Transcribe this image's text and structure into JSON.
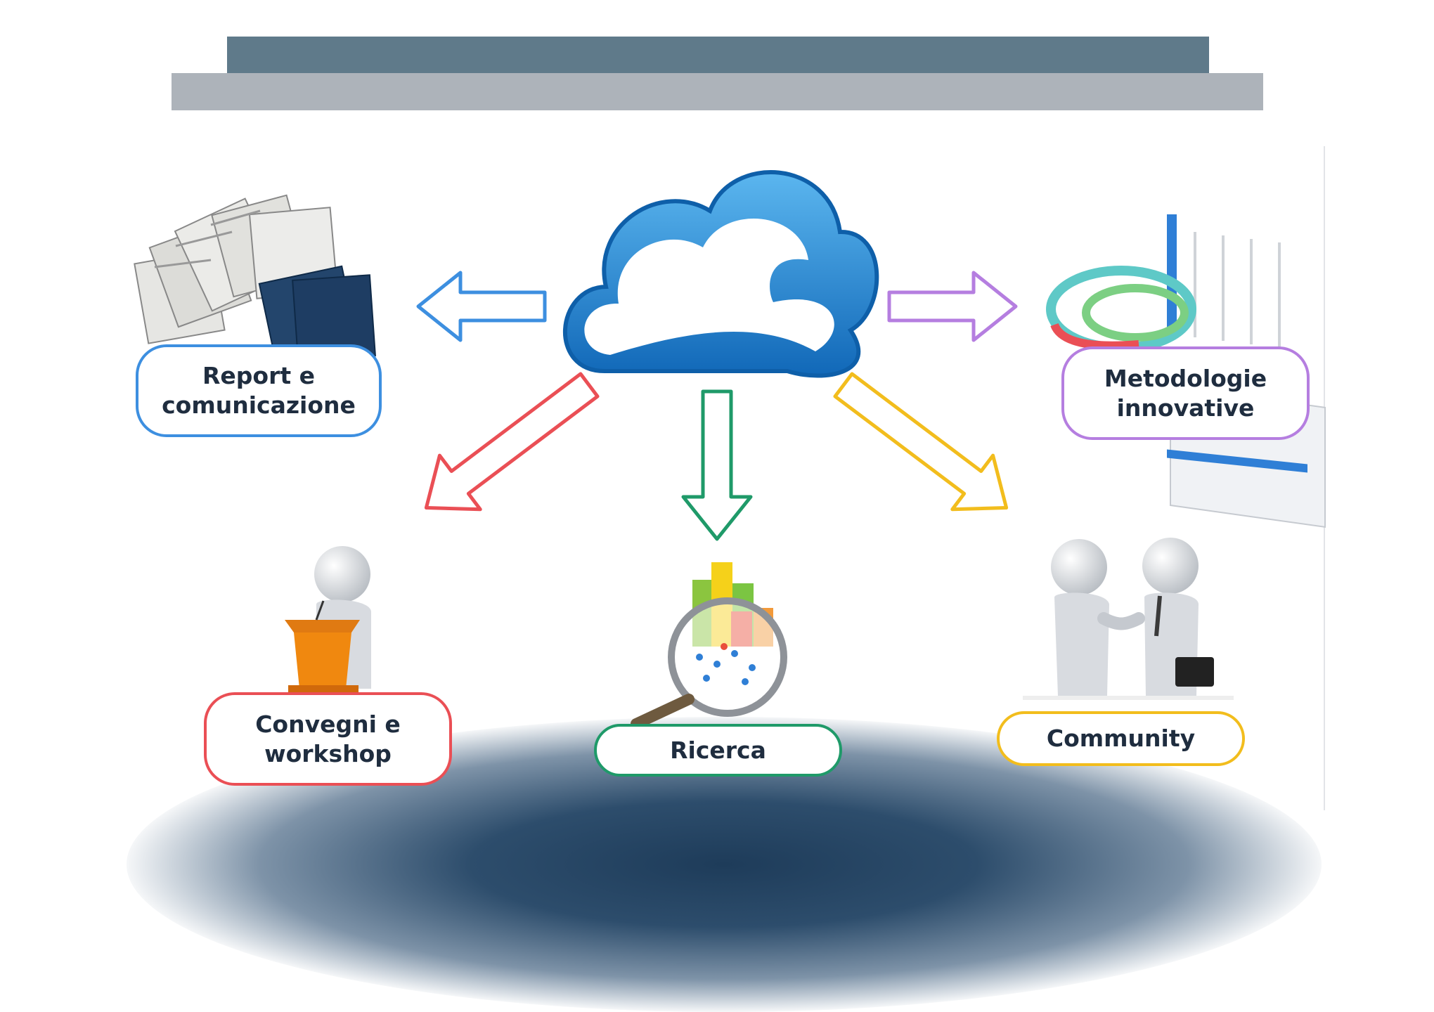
{
  "diagram": {
    "nodes": [
      {
        "id": "report",
        "label": "Report e\ncomunicazione",
        "color": "#3d8fe0"
      },
      {
        "id": "metodologie",
        "label": "Metodologie\ninnovative",
        "color": "#b57ee0"
      },
      {
        "id": "convegni",
        "label": "Convegni e\nworkshop",
        "color": "#ea4f55"
      },
      {
        "id": "ricerca",
        "label": "Ricerca",
        "color": "#1f9a69"
      },
      {
        "id": "community",
        "label": "Community",
        "color": "#f2bd1d"
      }
    ],
    "center_icon": "cloud-icon",
    "colors": {
      "header_dark": "#5f7a8a",
      "header_light": "#adb3ba",
      "cloud": "#1b7fd0"
    }
  }
}
